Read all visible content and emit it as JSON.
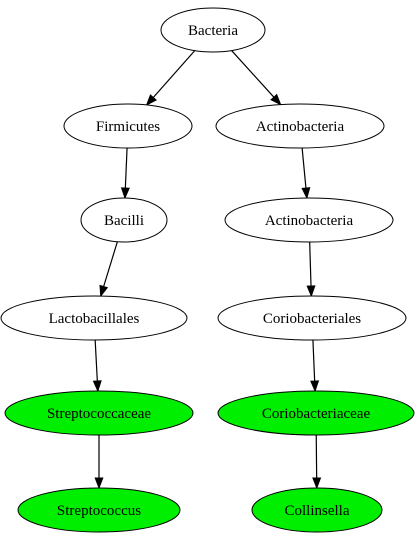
{
  "colors": {
    "default_fill": "#ffffff",
    "highlight_fill": "#00ee00",
    "stroke": "#000000"
  },
  "nodes": [
    {
      "id": "bacteria",
      "label": "Bacteria",
      "highlighted": false
    },
    {
      "id": "firmicutes",
      "label": "Firmicutes",
      "highlighted": false
    },
    {
      "id": "actinobacteria-phylum",
      "label": "Actinobacteria",
      "highlighted": false
    },
    {
      "id": "bacilli",
      "label": "Bacilli",
      "highlighted": false
    },
    {
      "id": "actinobacteria-class",
      "label": "Actinobacteria",
      "highlighted": false
    },
    {
      "id": "lactobacillales",
      "label": "Lactobacillales",
      "highlighted": false
    },
    {
      "id": "coriobacteriales",
      "label": "Coriobacteriales",
      "highlighted": false
    },
    {
      "id": "streptococcaceae",
      "label": "Streptococcaceae",
      "highlighted": true
    },
    {
      "id": "coriobacteriaceae",
      "label": "Coriobacteriaceae",
      "highlighted": true
    },
    {
      "id": "streptococcus",
      "label": "Streptococcus",
      "highlighted": true
    },
    {
      "id": "collinsella",
      "label": "Collinsella",
      "highlighted": true
    }
  ],
  "edges": [
    {
      "from": "bacteria",
      "to": "firmicutes"
    },
    {
      "from": "bacteria",
      "to": "actinobacteria-phylum"
    },
    {
      "from": "firmicutes",
      "to": "bacilli"
    },
    {
      "from": "actinobacteria-phylum",
      "to": "actinobacteria-class"
    },
    {
      "from": "bacilli",
      "to": "lactobacillales"
    },
    {
      "from": "actinobacteria-class",
      "to": "coriobacteriales"
    },
    {
      "from": "lactobacillales",
      "to": "streptococcaceae"
    },
    {
      "from": "coriobacteriales",
      "to": "coriobacteriaceae"
    },
    {
      "from": "streptococcaceae",
      "to": "streptococcus"
    },
    {
      "from": "coriobacteriaceae",
      "to": "collinsella"
    }
  ]
}
